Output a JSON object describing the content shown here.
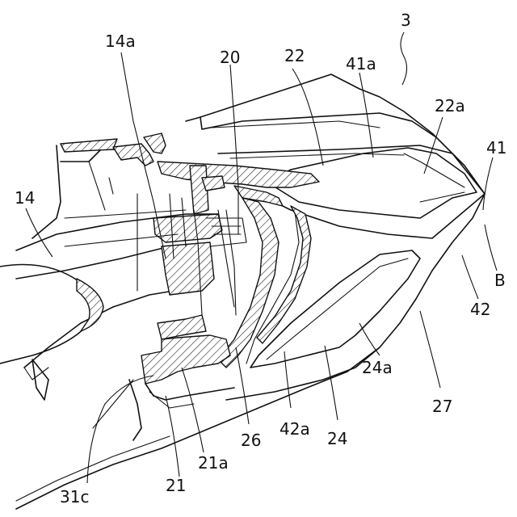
{
  "figure": {
    "labels": {
      "ref_3": "3",
      "ref_14a": "14a",
      "ref_20": "20",
      "ref_22": "22",
      "ref_41a": "41a",
      "ref_22a": "22a",
      "ref_41": "41",
      "ref_14": "14",
      "ref_B": "B",
      "ref_42": "42",
      "ref_24a": "24a",
      "ref_27": "27",
      "ref_26": "26",
      "ref_42a": "42a",
      "ref_24": "24",
      "ref_21a": "21a",
      "ref_21": "21",
      "ref_31c": "31c"
    }
  }
}
